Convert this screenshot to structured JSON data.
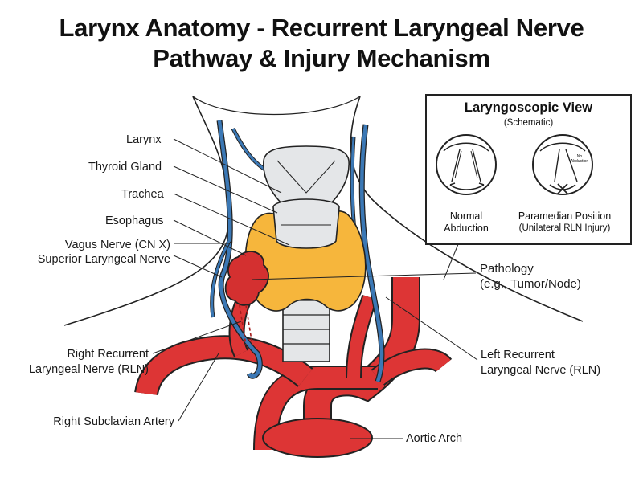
{
  "title": {
    "line1": "Larynx Anatomy - Recurrent Laryngeal Nerve",
    "line2": "Pathway & Injury Mechanism"
  },
  "labels": {
    "larynx": "Larynx",
    "thyroid_gland": "Thyroid Gland",
    "trachea": "Trachea",
    "esophagus": "Esophagus",
    "vagus_nerve": "Vagus Nerve (CN X)",
    "superior_laryngeal_nerve": "Superior Laryngeal Nerve",
    "right_rln_line1": "Right Recurrent",
    "right_rln_line2": "Laryngeal Nerve (RLN)",
    "right_subclavian": "Right Subclavian Artery",
    "pathology_line1": "Pathology",
    "pathology_line2": "(e.g., Tumor/Node)",
    "left_rln_line1": "Left Recurrent",
    "left_rln_line2": "Laryngeal Nerve (RLN)",
    "aortic_arch": "Aortic Arch"
  },
  "inset": {
    "title": "Laryngoscopic View",
    "subtitle": "(Schematic)",
    "normal_line1": "Normal",
    "normal_line2": "Abduction",
    "paramedian_line1": "Paramedian Position",
    "paramedian_line2": "(Unilateral RLN Injury)",
    "no_abduction_line1": "No",
    "no_abduction_line2": "Abduction"
  },
  "colors": {
    "nerve": "#3b78b5",
    "artery": "#dd3535",
    "thyroid": "#f6b63c",
    "cartilage": "#e4e6e8",
    "outline": "#222222"
  }
}
